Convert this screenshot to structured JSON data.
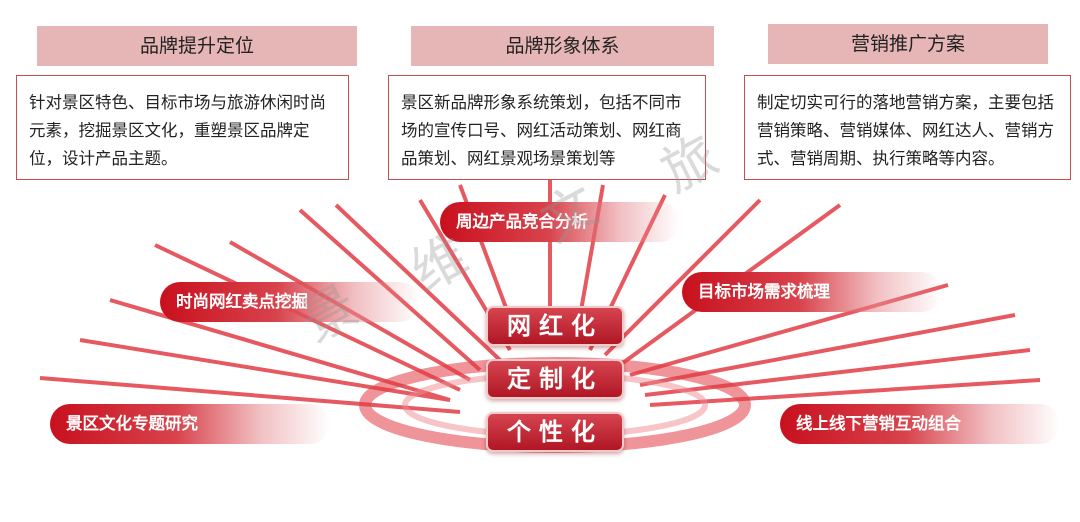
{
  "headers": [
    {
      "label": "品牌提升定位"
    },
    {
      "label": "品牌形象体系"
    },
    {
      "label": "营销推广方案"
    }
  ],
  "boxes": [
    {
      "text": "针对景区特色、目标市场与旅游休闲时尚元素，挖掘景区文化，重塑景区品牌定位，设计产品主题。"
    },
    {
      "text": "景区新品牌形象系统策划，包括不同市场的宣传口号、网红活动策划、网红商品策划、网红景观场景策划等"
    },
    {
      "text": "制定切实可行的落地营销方案，主要包括营销策略、营销媒体、网红达人、营销方式、营销周期、执行策略等内容。"
    }
  ],
  "ribbons": [
    {
      "label": "周边产品竞合分析"
    },
    {
      "label": "时尚网红卖点挖掘"
    },
    {
      "label": "目标市场需求梳理"
    },
    {
      "label": "景区文化专题研究"
    },
    {
      "label": "线上线下营销互动组合"
    }
  ],
  "core": [
    {
      "label": "网红化"
    },
    {
      "label": "定制化"
    },
    {
      "label": "个性化"
    }
  ],
  "watermark": [
    "景",
    "维",
    "文",
    "旅"
  ],
  "colors": {
    "accent": "#c8101e",
    "header_bg": "#e6b6b6",
    "border": "#c0504d",
    "ray": "#e23d45"
  }
}
